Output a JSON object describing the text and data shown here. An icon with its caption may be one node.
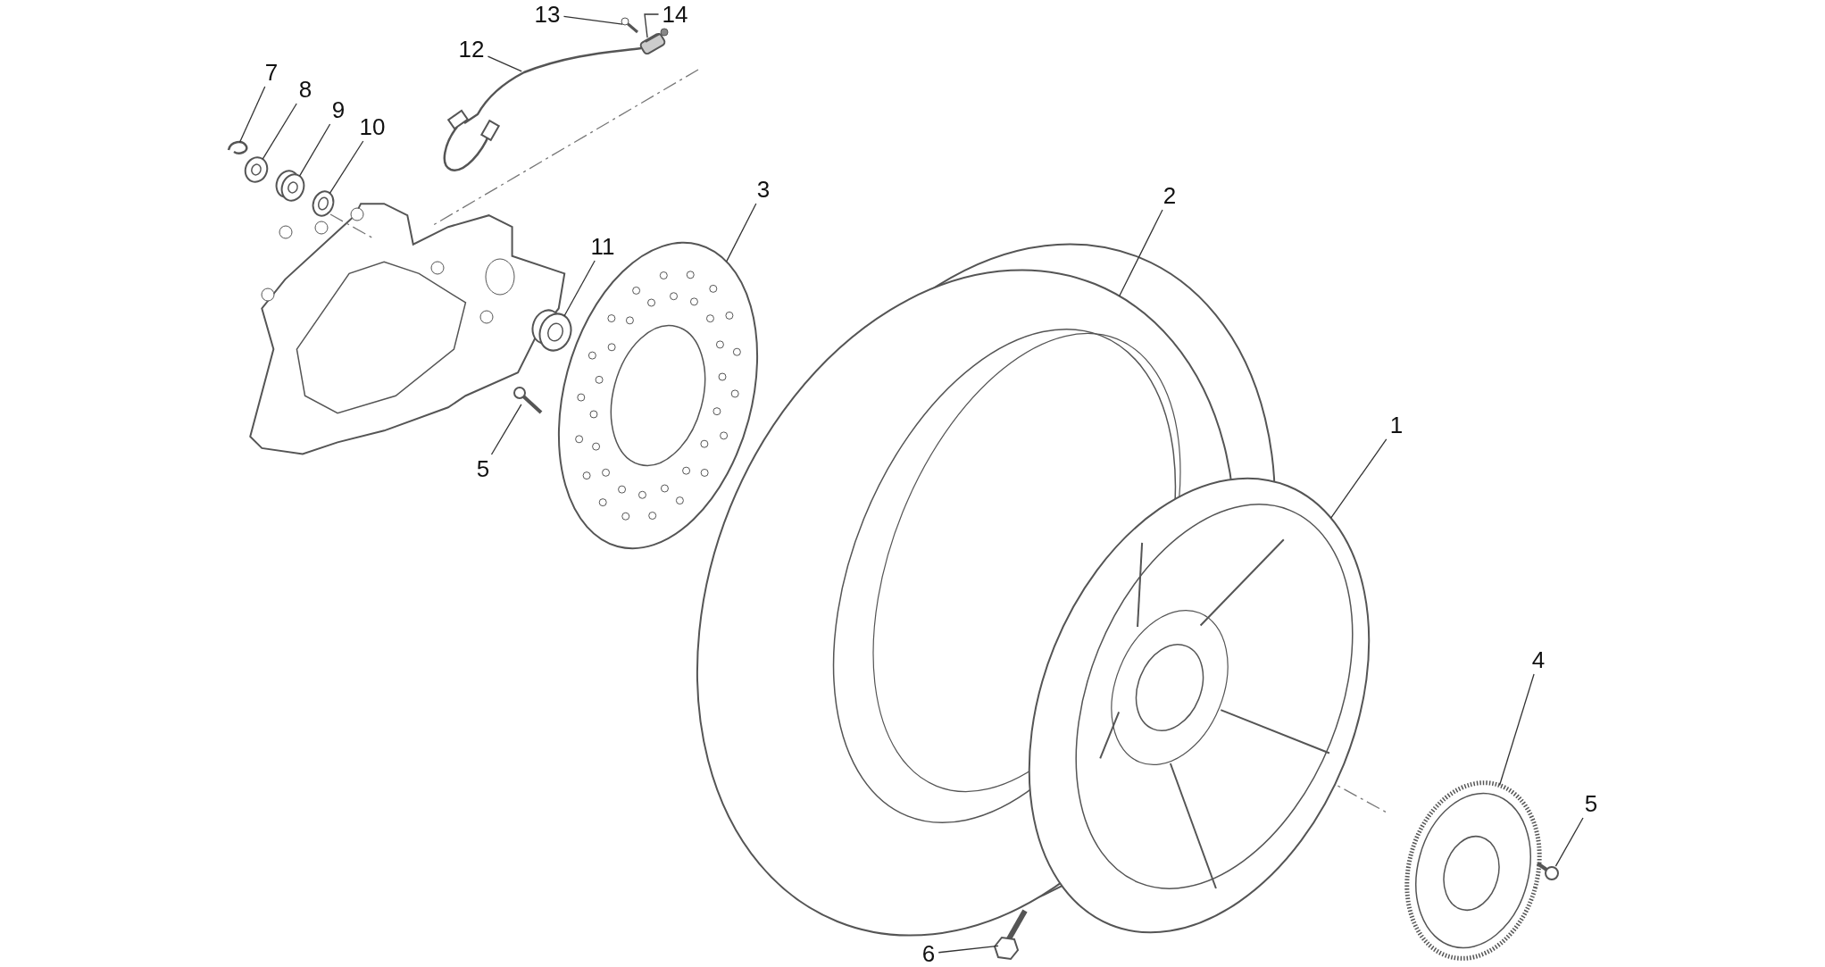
{
  "diagram": {
    "nodes": [
      {
        "text": [
          "13"
        ]
      },
      {
        "text": [
          "14"
        ]
      },
      {
        "text": [
          "12"
        ]
      },
      {
        "text": [
          "7"
        ]
      },
      {
        "text": [
          "8"
        ]
      },
      {
        "text": [
          "9"
        ]
      },
      {
        "text": [
          "10"
        ]
      },
      {
        "text": [
          "2"
        ]
      },
      {
        "text": [
          "3"
        ]
      },
      {
        "text": [
          "11"
        ]
      },
      {
        "text": [
          "1"
        ]
      },
      {
        "text": [
          "5"
        ]
      },
      {
        "text": [
          "4"
        ]
      },
      {
        "text": [
          "5"
        ]
      },
      {
        "text": [
          "6"
        ]
      },
      {
        "text": [],
        "shape": "picture"
      },
      {
        "text": [],
        "shape": "picture"
      },
      {
        "text": [],
        "shape": "picture"
      },
      {
        "text": [],
        "shape": "picture"
      },
      {
        "text": [],
        "shape": "picture"
      },
      {
        "text": [],
        "shape": "picture"
      },
      {
        "text": [],
        "shape": "picture"
      },
      {
        "text": [],
        "shape": "picture"
      },
      {
        "text": [],
        "shape": "picture"
      },
      {
        "text": [],
        "shape": "picture"
      },
      {
        "text": [],
        "shape": "picture"
      },
      {
        "text": [],
        "shape": "picture"
      },
      {
        "text": [],
        "shape": "picture"
      },
      {
        "text": [],
        "shape": "picture"
      },
      {
        "text": [],
        "shape": "picture"
      }
    ],
    "edges": [
      {
        "from": 0,
        "to": 15,
        "arrow": "none"
      },
      {
        "from": 1,
        "to": 16,
        "arrow": "none"
      },
      {
        "from": 2,
        "to": 17,
        "arrow": "none"
      },
      {
        "from": 3,
        "to": 18,
        "arrow": "none"
      },
      {
        "from": 4,
        "to": 19,
        "arrow": "none"
      },
      {
        "from": 5,
        "to": 20,
        "arrow": "none"
      },
      {
        "from": 6,
        "to": 21,
        "arrow": "none"
      },
      {
        "from": 7,
        "to": 22,
        "arrow": "none"
      },
      {
        "from": 8,
        "to": 23,
        "arrow": "none"
      },
      {
        "from": 9,
        "to": 24,
        "arrow": "none"
      },
      {
        "from": 10,
        "to": 25,
        "arrow": "none"
      },
      {
        "from": 11,
        "to": 26,
        "arrow": "none"
      },
      {
        "from": 12,
        "to": 27,
        "arrow": "none"
      },
      {
        "from": 13,
        "to": 28,
        "arrow": "none"
      },
      {
        "from": 14,
        "to": 29,
        "arrow": "none"
      }
    ]
  }
}
